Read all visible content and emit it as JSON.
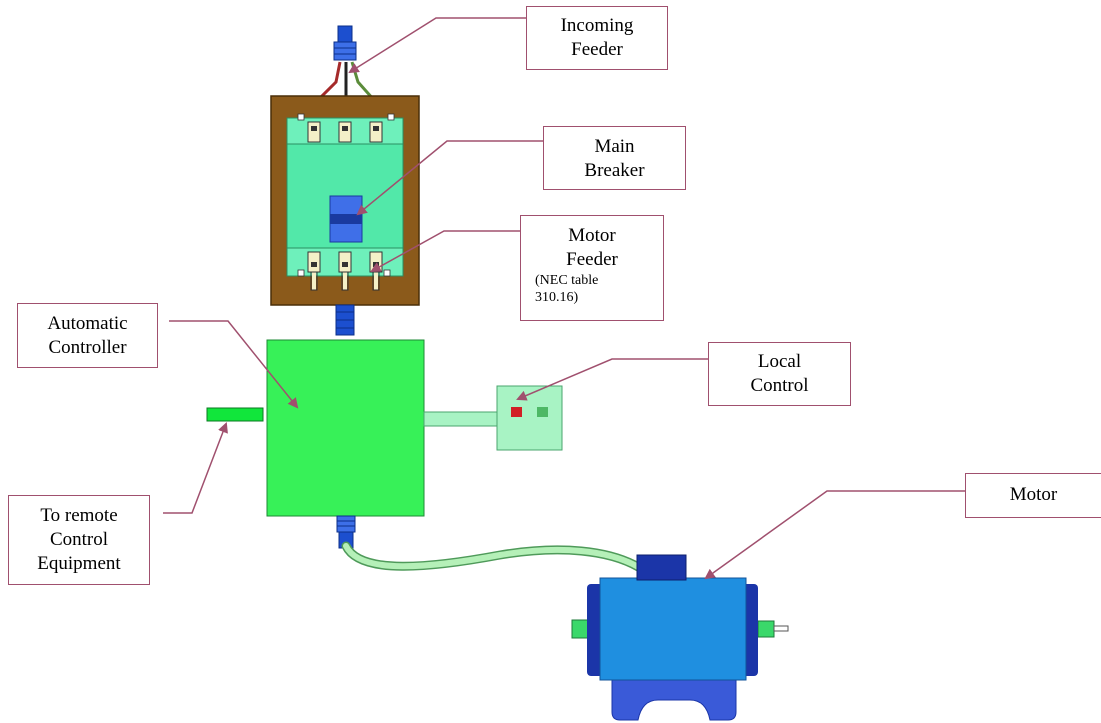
{
  "labels": {
    "incoming_feeder": [
      "Incoming",
      "Feeder"
    ],
    "main_breaker": [
      "Main",
      "Breaker"
    ],
    "motor_feeder": [
      "Motor",
      "Feeder"
    ],
    "motor_feeder_note": [
      "(NEC table",
      "310.16)"
    ],
    "automatic_controller": [
      "Automatic",
      "Controller"
    ],
    "local_control": [
      "Local",
      "Control"
    ],
    "motor": [
      "Motor"
    ],
    "remote_control": [
      "To remote",
      "Control",
      "Equipment"
    ]
  },
  "colors": {
    "callout_border": "#a0506e",
    "arrow": "#a0506e",
    "enclosure": "#8b5a1b",
    "breaker_body": "#52e8a9",
    "breaker_handle": "#3f6fe8",
    "conduit": "#1c4fcf",
    "controller": "#37f158",
    "local_control_box": "#a8f3c4",
    "stop_button": "#d11f25",
    "start_button": "#4eb866",
    "remote_connector": "#11e63b",
    "motor_body": "#1f8fe0",
    "motor_end_caps": "#1b35a8",
    "motor_feet": "#3a5ad8",
    "motor_cable": "#b5f0b8",
    "phase_wires": [
      "#a52a2a",
      "#222222",
      "#5b8c3a"
    ]
  }
}
